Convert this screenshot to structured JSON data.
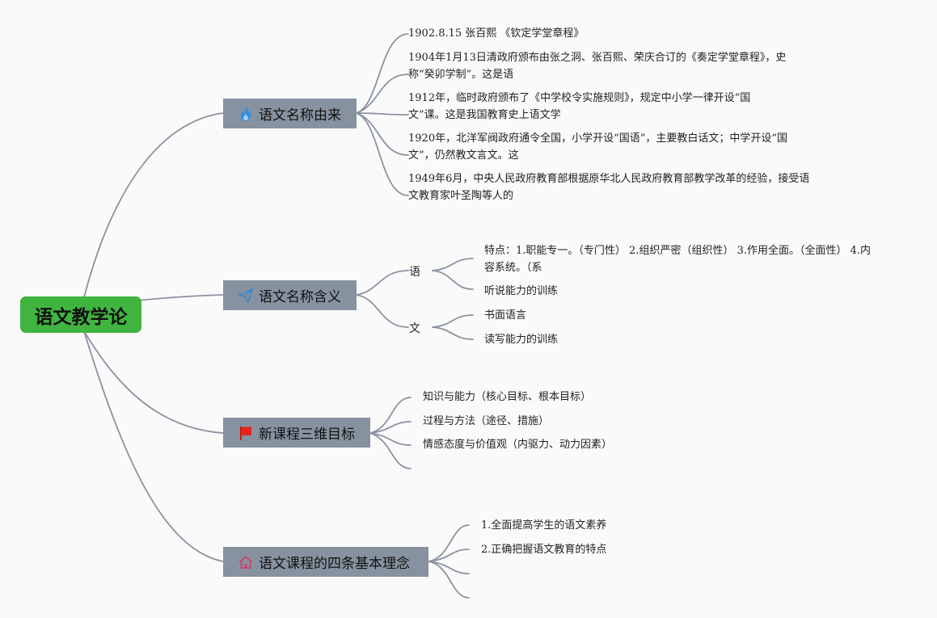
{
  "root": {
    "label": "语文教学论"
  },
  "colors": {
    "root_bg": "#3fb53f",
    "topic_bg": "#8792a0",
    "line": "#8a93a4",
    "flame": "#2f8fe0",
    "plane": "#3a86c8",
    "flag": "#e5251b",
    "house": "#d0406a"
  },
  "topics": [
    {
      "label": "语文名称由来",
      "icon": "flame-icon",
      "children": [
        {
          "text": "1902.8.15 张百熙 《钦定学堂章程》"
        },
        {
          "text": "1904年1月13日清政府颁布由张之洞、张百熙、荣庆合订的《奏定学堂章程》，史称“癸卯学制”。这是语"
        },
        {
          "text": "1912年，临时政府颁布了《中学校令实施规则》，规定中小学一律开设“国文”课。这是我国教育史上语文学"
        },
        {
          "text": "1920年，北洋军阀政府通令全国，小学开设“国语”，主要教白话文；中学开设“国文”，仍然教文言文。这"
        },
        {
          "text": "1949年6月，中央人民政府教育部根据原华北人民政府教育部教学改革的经验，接受语文教育家叶圣陶等人的"
        }
      ]
    },
    {
      "label": "语文名称含义",
      "icon": "paper-plane-icon",
      "children": [
        {
          "text": "语",
          "children": [
            {
              "text": "特点：1.职能专一。（专门性） 2.组织严密（组织性） 3.作用全面。（全面性） 4.内容系统。（系"
            },
            {
              "text": "听说能力的训练"
            }
          ]
        },
        {
          "text": "文",
          "children": [
            {
              "text": "书面语言"
            },
            {
              "text": "读写能力的训练"
            }
          ]
        }
      ]
    },
    {
      "label": "新课程三维目标",
      "icon": "flag-icon",
      "children": [
        {
          "text": "知识与能力（核心目标、根本目标）"
        },
        {
          "text": "过程与方法（途径、措施）"
        },
        {
          "text": "情感态度与价值观（内驱力、动力因素）"
        },
        {
          "text": ""
        }
      ]
    },
    {
      "label": "语文课程的四条基本理念",
      "icon": "house-icon",
      "children": [
        {
          "text": "1.全面提高学生的语文素养"
        },
        {
          "text": "2.正确把握语文教育的特点"
        },
        {
          "text": ""
        },
        {
          "text": ""
        }
      ]
    }
  ]
}
